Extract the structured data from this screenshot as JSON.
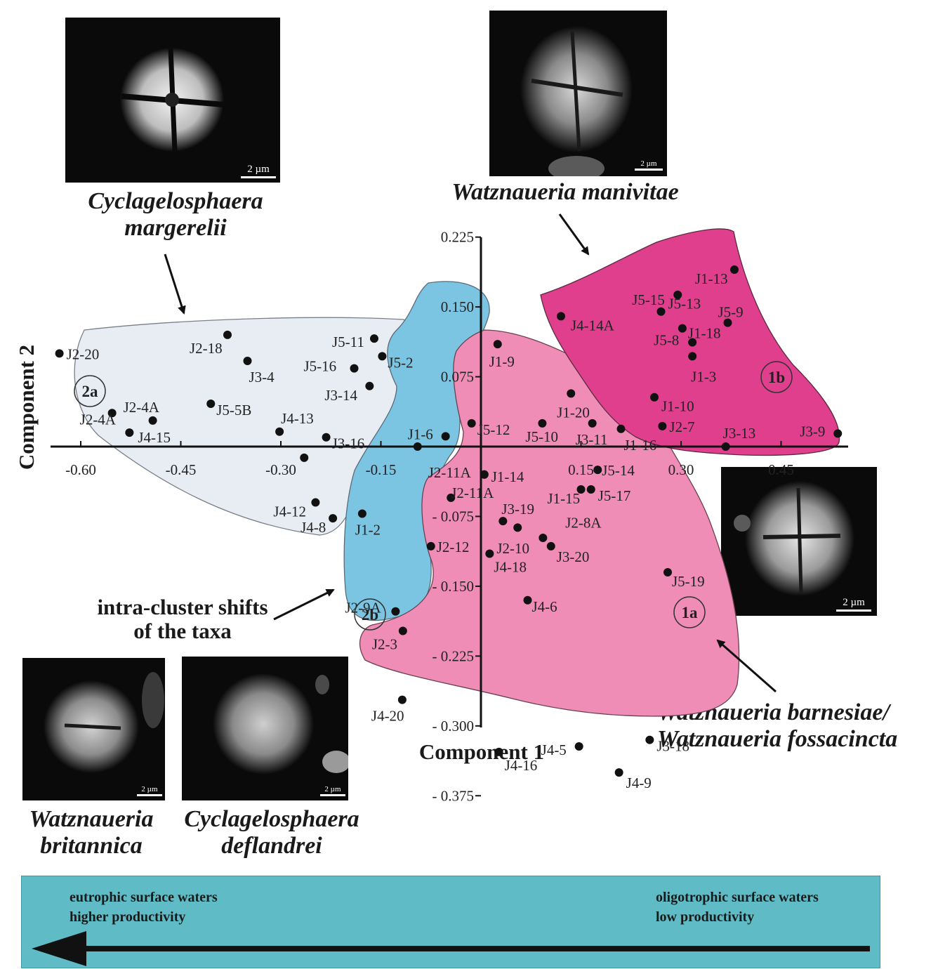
{
  "chart_data": {
    "type": "scatter",
    "xlabel": "Component 1",
    "ylabel": "Component 2",
    "xlim": [
      -0.68,
      0.51
    ],
    "ylim": [
      -0.39,
      0.245
    ],
    "x_ticks": [
      {
        "value": -0.6,
        "label": "-0.60"
      },
      {
        "value": -0.45,
        "label": "-0.45"
      },
      {
        "value": -0.3,
        "label": "-0.30"
      },
      {
        "value": -0.15,
        "label": "-0.15"
      },
      {
        "value": 0.15,
        "label": "0.15"
      },
      {
        "value": 0.3,
        "label": "0.30"
      },
      {
        "value": 0.45,
        "label": "0.45"
      }
    ],
    "y_ticks": [
      {
        "value": 0.225,
        "label": "0.225"
      },
      {
        "value": 0.15,
        "label": "0.150"
      },
      {
        "value": 0.075,
        "label": "0.075"
      },
      {
        "value": -0.075,
        "label": "- 0.075"
      },
      {
        "value": -0.15,
        "label": "- 0.150"
      },
      {
        "value": -0.225,
        "label": "- 0.225"
      },
      {
        "value": -0.3,
        "label": "- 0.300"
      },
      {
        "value": -0.375,
        "label": "- 0.375"
      }
    ],
    "points": [
      {
        "label": "J1-13",
        "x": 0.38,
        "y": 0.19,
        "lx": -56,
        "ly": 20
      },
      {
        "label": "J5-15",
        "x": 0.295,
        "y": 0.163,
        "lx": -65,
        "ly": 14
      },
      {
        "label": "J5-13",
        "x": 0.27,
        "y": 0.145,
        "lx": 10,
        "ly": -4
      },
      {
        "label": "J5-9",
        "x": 0.37,
        "y": 0.133,
        "lx": -14,
        "ly": -8
      },
      {
        "label": "J4-14A",
        "x": 0.12,
        "y": 0.14,
        "lx": 14,
        "ly": 20
      },
      {
        "label": "J1-18",
        "x": 0.302,
        "y": 0.127,
        "lx": 8,
        "ly": 14
      },
      {
        "label": "J5-8",
        "x": 0.317,
        "y": 0.112,
        "lx": -55,
        "ly": 4
      },
      {
        "label": "J1-3",
        "x": 0.317,
        "y": 0.097,
        "lx": -2,
        "ly": 36
      },
      {
        "label": "J2-20",
        "x": -0.632,
        "y": 0.1,
        "lx": 10,
        "ly": 8
      },
      {
        "label": "J2-18",
        "x": -0.38,
        "y": 0.12,
        "lx": -54,
        "ly": 26
      },
      {
        "label": "J5-11",
        "x": -0.16,
        "y": 0.116,
        "lx": -60,
        "ly": 12
      },
      {
        "label": "J1-9",
        "x": 0.025,
        "y": 0.11,
        "lx": -12,
        "ly": 32
      },
      {
        "label": "J5-2",
        "x": -0.148,
        "y": 0.097,
        "lx": 8,
        "ly": 16
      },
      {
        "label": "J3-4",
        "x": -0.35,
        "y": 0.092,
        "lx": 2,
        "ly": 30
      },
      {
        "label": "J5-16",
        "x": -0.19,
        "y": 0.084,
        "lx": -72,
        "ly": 4
      },
      {
        "label": "J3-14",
        "x": -0.167,
        "y": 0.065,
        "lx": -64,
        "ly": 20
      },
      {
        "label": "J1-20",
        "x": 0.135,
        "y": 0.057,
        "lx": -20,
        "ly": 34
      },
      {
        "label": "J1-10",
        "x": 0.26,
        "y": 0.053,
        "lx": 10,
        "ly": 20
      },
      {
        "label": "J5-5B",
        "x": -0.405,
        "y": 0.046,
        "lx": 8,
        "ly": 16
      },
      {
        "label": "J2-4A",
        "x": -0.492,
        "y": 0.028,
        "lx": -42,
        "ly": -12
      },
      {
        "label": "J2-4A",
        "x": -0.553,
        "y": 0.036,
        "lx": -46,
        "ly": 16
      },
      {
        "label": "J4-13",
        "x": -0.302,
        "y": 0.016,
        "lx": 2,
        "ly": -12
      },
      {
        "label": "J4-15",
        "x": -0.527,
        "y": 0.015,
        "lx": 12,
        "ly": 14
      },
      {
        "label": "J3-16",
        "x": -0.232,
        "y": 0.01,
        "lx": 8,
        "ly": 16
      },
      {
        "label": "J1-6",
        "x": -0.053,
        "y": 0.011,
        "lx": -54,
        "ly": 4
      },
      {
        "label": "J5-12",
        "x": -0.014,
        "y": 0.025,
        "lx": 8,
        "ly": 16
      },
      {
        "label": "J5-10",
        "x": 0.092,
        "y": 0.025,
        "lx": -24,
        "ly": 26
      },
      {
        "label": "J3-11",
        "x": 0.167,
        "y": 0.025,
        "lx": -24,
        "ly": 30
      },
      {
        "label": "J1-16",
        "x": 0.21,
        "y": 0.019,
        "lx": 4,
        "ly": 30
      },
      {
        "label": "J2-7",
        "x": 0.272,
        "y": 0.022,
        "lx": 10,
        "ly": 8
      },
      {
        "label": "J3-13",
        "x": 0.367,
        "y": 0,
        "lx": -4,
        "ly": -12
      },
      {
        "label": "J3-9",
        "x": 0.535,
        "y": 0.014,
        "lx": -54,
        "ly": 4
      },
      {
        "label": "",
        "x": -0.095,
        "y": 0,
        "lx": 0,
        "ly": 0
      },
      {
        "label": "",
        "x": -0.265,
        "y": -0.012,
        "lx": 0,
        "ly": 0
      },
      {
        "label": "J2-11A",
        "x": 0.005,
        "y": -0.03,
        "lx": -80,
        "ly": 4
      },
      {
        "label": "J1-14",
        "x": 0.005,
        "y": -0.03,
        "lx": 10,
        "ly": 10
      },
      {
        "label": "J5-14",
        "x": 0.175,
        "y": -0.025,
        "lx": 6,
        "ly": 8
      },
      {
        "label": "J1-15",
        "x": 0.15,
        "y": -0.046,
        "lx": -48,
        "ly": 20
      },
      {
        "label": "J5-17",
        "x": 0.165,
        "y": -0.046,
        "lx": 10,
        "ly": 16
      },
      {
        "label": "J2-11A",
        "x": -0.045,
        "y": -0.055,
        "lx": 0,
        "ly": 0
      },
      {
        "label": "J4-12",
        "x": -0.248,
        "y": -0.06,
        "lx": -60,
        "ly": 20
      },
      {
        "label": "J1-2",
        "x": -0.178,
        "y": -0.072,
        "lx": -10,
        "ly": 30
      },
      {
        "label": "J4-8",
        "x": -0.222,
        "y": -0.077,
        "lx": -46,
        "ly": 20
      },
      {
        "label": "J3-19",
        "x": 0.033,
        "y": -0.08,
        "lx": -2,
        "ly": -10
      },
      {
        "label": "J2-8A",
        "x": 0.055,
        "y": -0.087,
        "lx": 68,
        "ly": 0
      },
      {
        "label": "J2-10",
        "x": 0.093,
        "y": -0.098,
        "lx": -66,
        "ly": 22
      },
      {
        "label": "J3-20",
        "x": 0.105,
        "y": -0.107,
        "lx": 8,
        "ly": 22
      },
      {
        "label": "J2-12",
        "x": -0.075,
        "y": -0.107,
        "lx": 8,
        "ly": 8
      },
      {
        "label": "J4-18",
        "x": 0.013,
        "y": -0.115,
        "lx": 6,
        "ly": 26
      },
      {
        "label": "J5-19",
        "x": 0.28,
        "y": -0.135,
        "lx": 6,
        "ly": 20
      },
      {
        "label": "J4-6",
        "x": 0.07,
        "y": -0.165,
        "lx": 6,
        "ly": 16
      },
      {
        "label": "J2-9A",
        "x": -0.128,
        "y": -0.177,
        "lx": -72,
        "ly": 2
      },
      {
        "label": "J2-3",
        "x": -0.117,
        "y": -0.198,
        "lx": -44,
        "ly": 26
      },
      {
        "label": "J4-20",
        "x": -0.118,
        "y": -0.272,
        "lx": -44,
        "ly": 30
      },
      {
        "label": "J3-18",
        "x": 0.253,
        "y": -0.315,
        "lx": 10,
        "ly": 16
      },
      {
        "label": "J4-5",
        "x": 0.147,
        "y": -0.322,
        "lx": -54,
        "ly": 12
      },
      {
        "label": "J4-16",
        "x": 0.027,
        "y": -0.328,
        "lx": 8,
        "ly": 26
      },
      {
        "label": "J4-9",
        "x": 0.207,
        "y": -0.35,
        "lx": 10,
        "ly": 22
      }
    ],
    "clusters": [
      {
        "label": "2a",
        "color": "#e8ecf3"
      },
      {
        "label": "2b",
        "color": "#7cc5e2"
      },
      {
        "label": "1a",
        "color": "#ef8db6"
      },
      {
        "label": "1b",
        "color": "#df3f8d"
      }
    ]
  },
  "taxa": {
    "top_left": "Cyclagelosphaera margerelii",
    "top_left_line1": "Cyclagelosphaera",
    "top_left_line2": "margerelii",
    "top_right": "Watznaueria manivitae",
    "bottom_right_line1": "Watznaueria  barnesiae/",
    "bottom_right_line2": "Watznaueria fossacincta",
    "bottom_left_a_line1": "Watznaueria",
    "bottom_left_a_line2": "britannica",
    "bottom_left_b_line1": "Cyclagelosphaera",
    "bottom_left_b_line2": "deflandrei"
  },
  "annotation": {
    "line1": "intra-cluster shifts",
    "line2": "of the taxa"
  },
  "scale_bar": "2 µm",
  "trophic_band": {
    "left_line1": "eutrophic surface waters",
    "left_line2": "higher productivity",
    "right_line1": "oligotrophic surface waters",
    "right_line2": "low productivity"
  },
  "colors": {
    "band": "#5fbcc6",
    "cluster_2a": "#e8ecf3",
    "cluster_2b": "#7cc5e2",
    "cluster_1a": "#ef8db6",
    "cluster_1b": "#df3f8d"
  }
}
